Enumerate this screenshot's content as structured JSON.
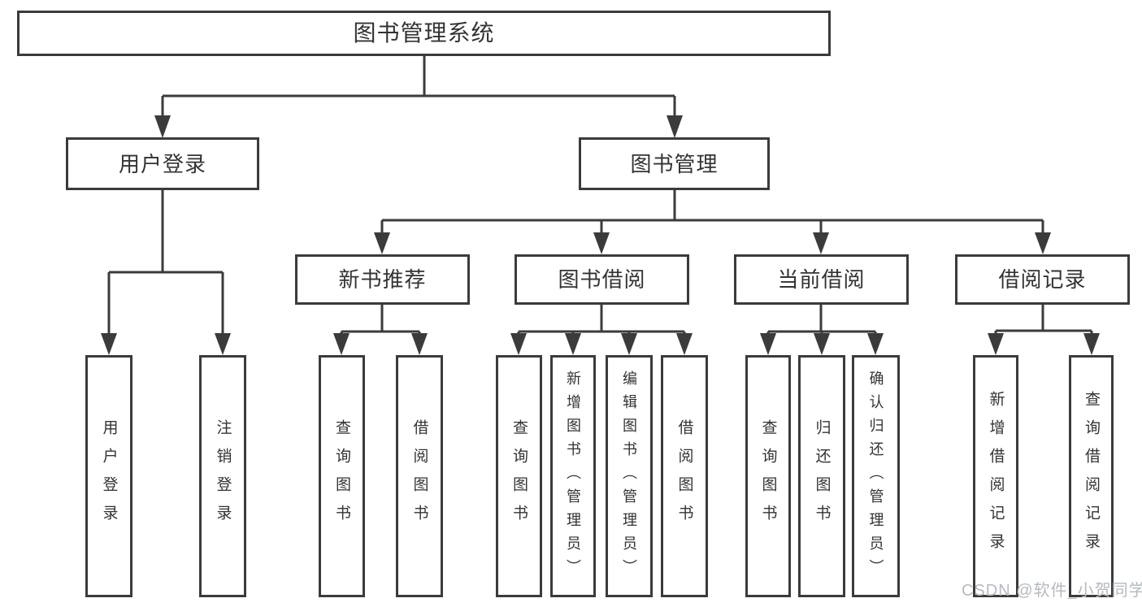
{
  "tree": {
    "root": {
      "label": "图书管理系统"
    },
    "branches": [
      {
        "label": "用户登录",
        "leaves": [
          {
            "label": "用户登录"
          },
          {
            "label": "注销登录"
          }
        ]
      },
      {
        "label": "图书管理",
        "groups": [
          {
            "label": "新书推荐",
            "leaves": [
              {
                "label": "查询图书"
              },
              {
                "label": "借阅图书"
              }
            ]
          },
          {
            "label": "图书借阅",
            "leaves": [
              {
                "label": "查询图书"
              },
              {
                "label": "新增图书（管理员）"
              },
              {
                "label": "编辑图书（管理员）"
              },
              {
                "label": "借阅图书"
              }
            ]
          },
          {
            "label": "当前借阅",
            "leaves": [
              {
                "label": "查询图书"
              },
              {
                "label": "归还图书"
              },
              {
                "label": "确认归还（管理员）"
              }
            ]
          },
          {
            "label": "借阅记录",
            "leaves": [
              {
                "label": "新增借阅记录"
              },
              {
                "label": "查询借阅记录"
              }
            ]
          }
        ]
      }
    ]
  },
  "watermark": {
    "text": "CSDN @软件_小贺同学",
    "color": "#b4bac0"
  },
  "colors": {
    "line": "#3b3b3b",
    "text": "#333333",
    "node_fill": "#ffffff",
    "background": "#ffffff"
  }
}
